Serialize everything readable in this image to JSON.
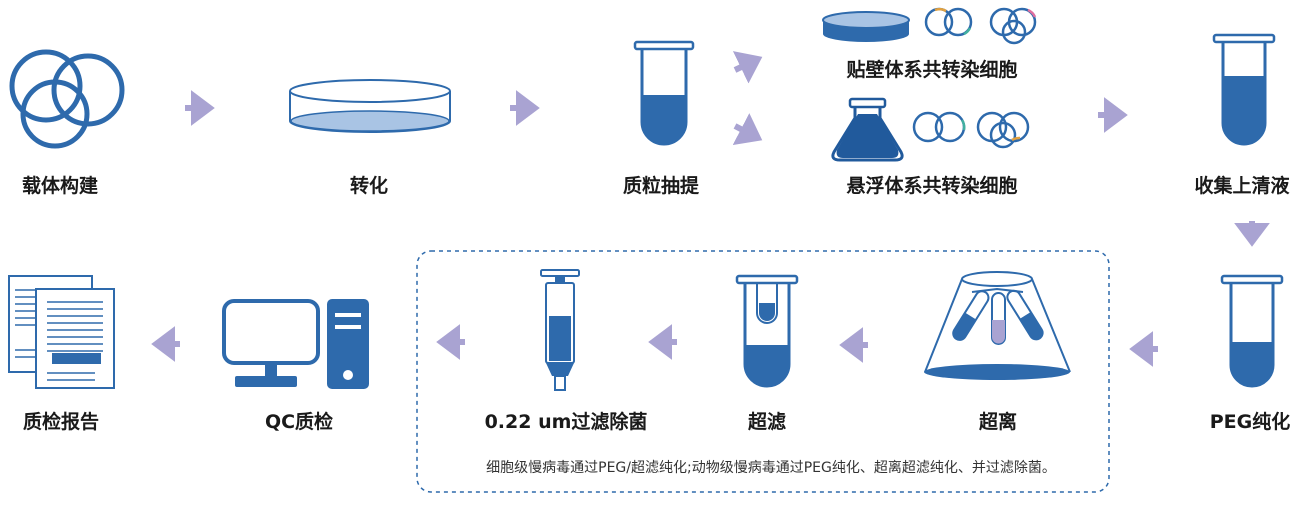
{
  "colors": {
    "blue": "#2e6aac",
    "light_blue": "#a9c4e4",
    "arrow": "#a9a3d2",
    "flask": "#215a9c"
  },
  "steps": {
    "vector_construction": "载体构建",
    "transformation": "转化",
    "plasmid_extraction": "质粒抽提",
    "adherent_transfection": "贴壁体系共转染细胞",
    "suspension_transfection": "悬浮体系共转染细胞",
    "supernatant_collection": "收集上清液",
    "peg_purification": "PEG纯化",
    "ultracentrifugation": "超离",
    "ultrafiltration": "超滤",
    "filter_sterilization": "0.22 um过滤除菌",
    "qc_check": "QC质检",
    "qc_report": "质检报告"
  },
  "note": "细胞级慢病毒通过PEG/超滤纯化;动物级慢病毒通过PEG纯化、超离超滤纯化、并过滤除菌。"
}
